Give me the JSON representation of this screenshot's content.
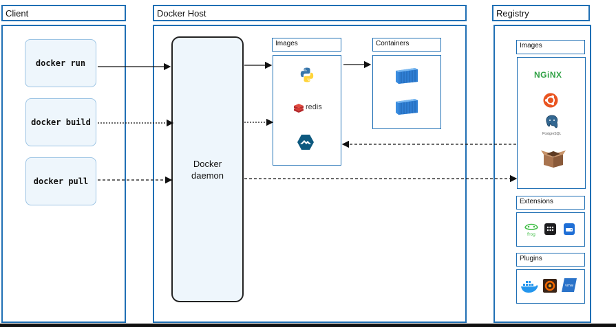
{
  "client": {
    "title": "Client",
    "commands": [
      "docker run",
      "docker build",
      "docker pull"
    ]
  },
  "host": {
    "title": "Docker Host",
    "daemon_line1": "Docker",
    "daemon_line2": "daemon",
    "images_title": "Images",
    "containers_title": "Containers",
    "images": [
      "python-icon",
      "redis-icon",
      "alpine-icon"
    ],
    "redis_label": "redis"
  },
  "registry": {
    "title": "Registry",
    "images_title": "Images",
    "extensions_title": "Extensions",
    "plugins_title": "Plugins",
    "nginx_label": "NGiNX",
    "postgres_label": "PostgreSQL"
  },
  "colors": {
    "border": "#1f6fb4",
    "command_fill": "#eef6fc",
    "container_blue": "#3b8de0"
  }
}
